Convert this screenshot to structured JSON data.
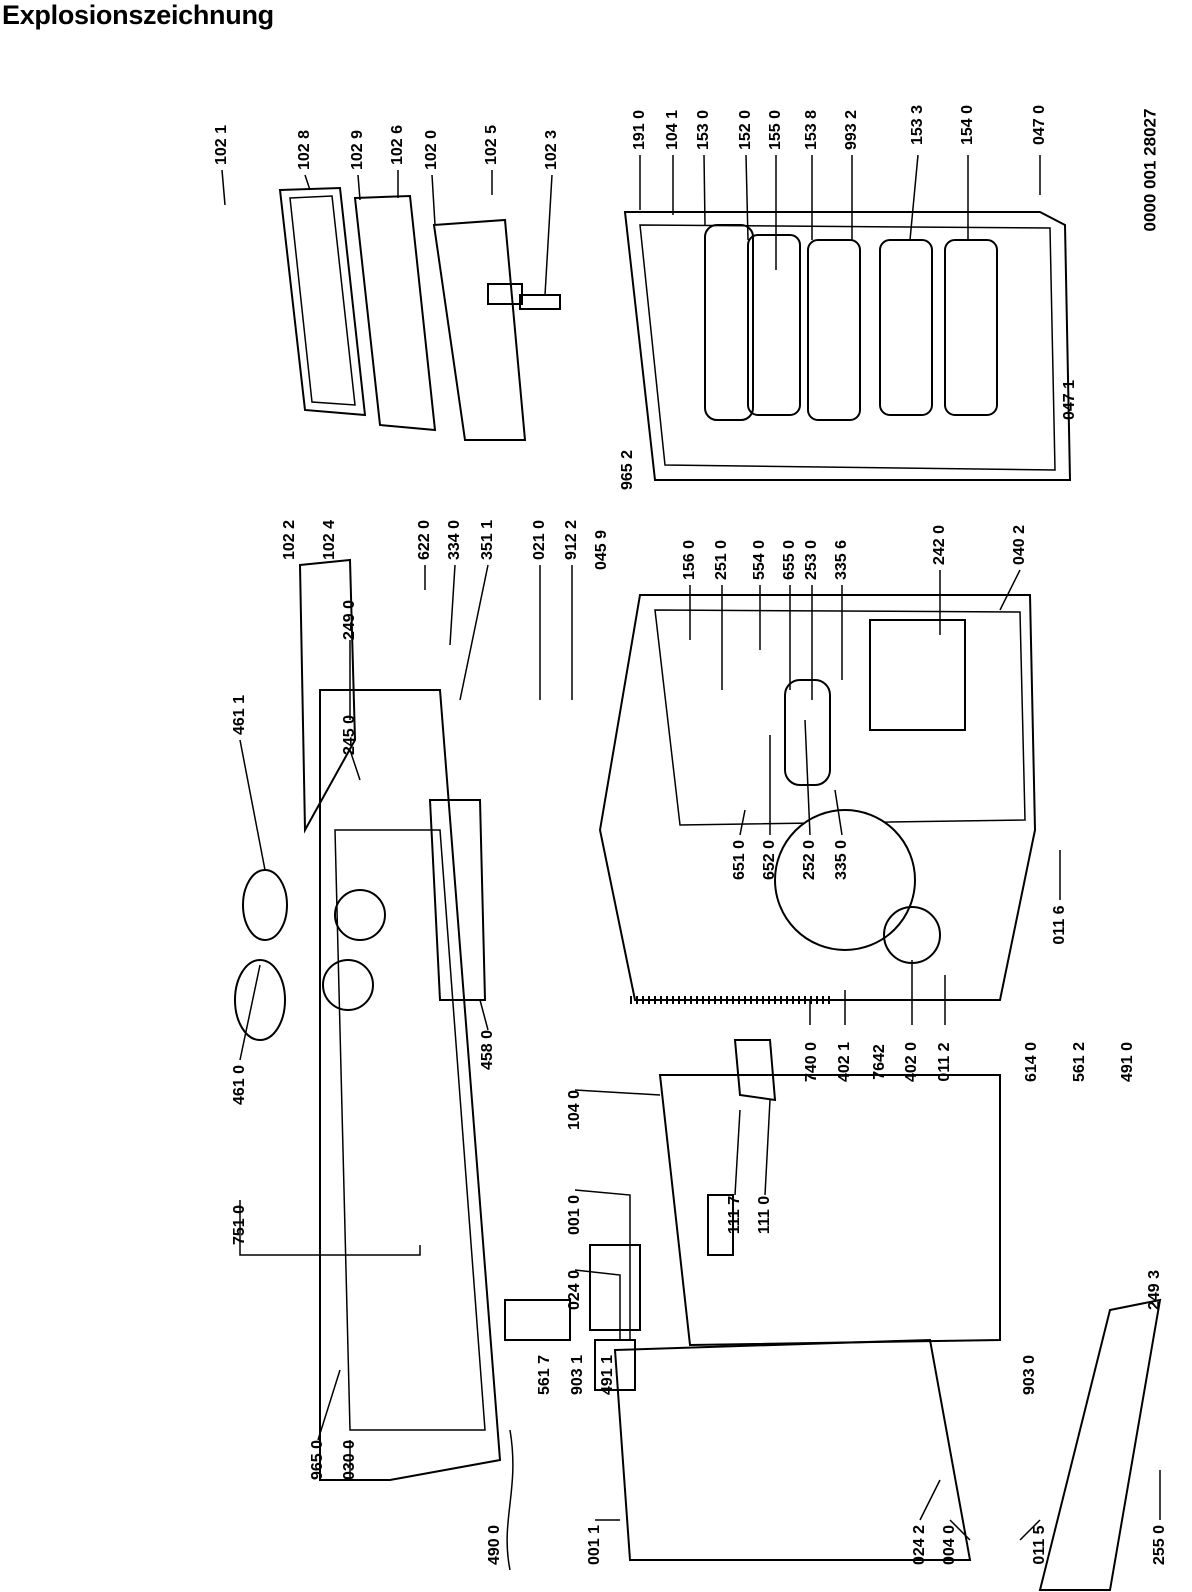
{
  "title": "Explosionszeichnung",
  "doc_number": "0000 001 28027",
  "labels": {
    "p1021": "102 1",
    "p1028": "102 8",
    "p1029": "102 9",
    "p1026": "102 6",
    "p1020": "102 0",
    "p1025": "102 5",
    "p1023": "102 3",
    "p1910": "191 0",
    "p1041": "104 1",
    "p1530": "153 0",
    "p1520": "152 0",
    "p1550": "155 0",
    "p1538": "153 8",
    "p9932": "993 2",
    "p1533": "153 3",
    "p1540": "154 0",
    "p0470": "047 0",
    "p1022": "102 2",
    "p1024": "102 4",
    "p2490": "249 0",
    "p6220": "622 0",
    "p3340": "334 0",
    "p3511": "351 1",
    "p0210": "021 0",
    "p9122": "912 2",
    "p0459": "045 9",
    "p1560": "156 0",
    "p2510": "251 0",
    "p5540": "554 0",
    "p6550": "655 0",
    "p2530": "253 0",
    "p3356": "335 6",
    "p2420": "242 0",
    "p0402": "040 2",
    "p9652": "965 2",
    "p0471": "047 1",
    "p4611": "461 1",
    "p2450": "245 0",
    "p6510": "651 0",
    "p6520": "652 0",
    "p2520": "252 0",
    "p3350": "335 0",
    "p0116": "011 6",
    "p4610": "461 0",
    "p4580": "458 0",
    "p1040": "104 0",
    "p7400": "740 0",
    "p4021": "402 1",
    "p7642": "7642",
    "p4020": "402 0",
    "p0112": "011 2",
    "p6140": "614 0",
    "p5612": "561 2",
    "p4910": "491 0",
    "p7510": "751 0",
    "p0010": "001 0",
    "p1117": "111 7",
    "p1110": "111 0",
    "p0240": "024 0",
    "p2493": "249 3",
    "p5617": "561 7",
    "p9031": "903 1",
    "p4911": "491 1",
    "p9030": "903 0",
    "p9650": "965 0",
    "p0300": "030 0",
    "p4900": "490 0",
    "p0011": "001 1",
    "p0242": "024 2",
    "p0040": "004 0",
    "p0115": "011 5",
    "p2550": "255 0"
  }
}
